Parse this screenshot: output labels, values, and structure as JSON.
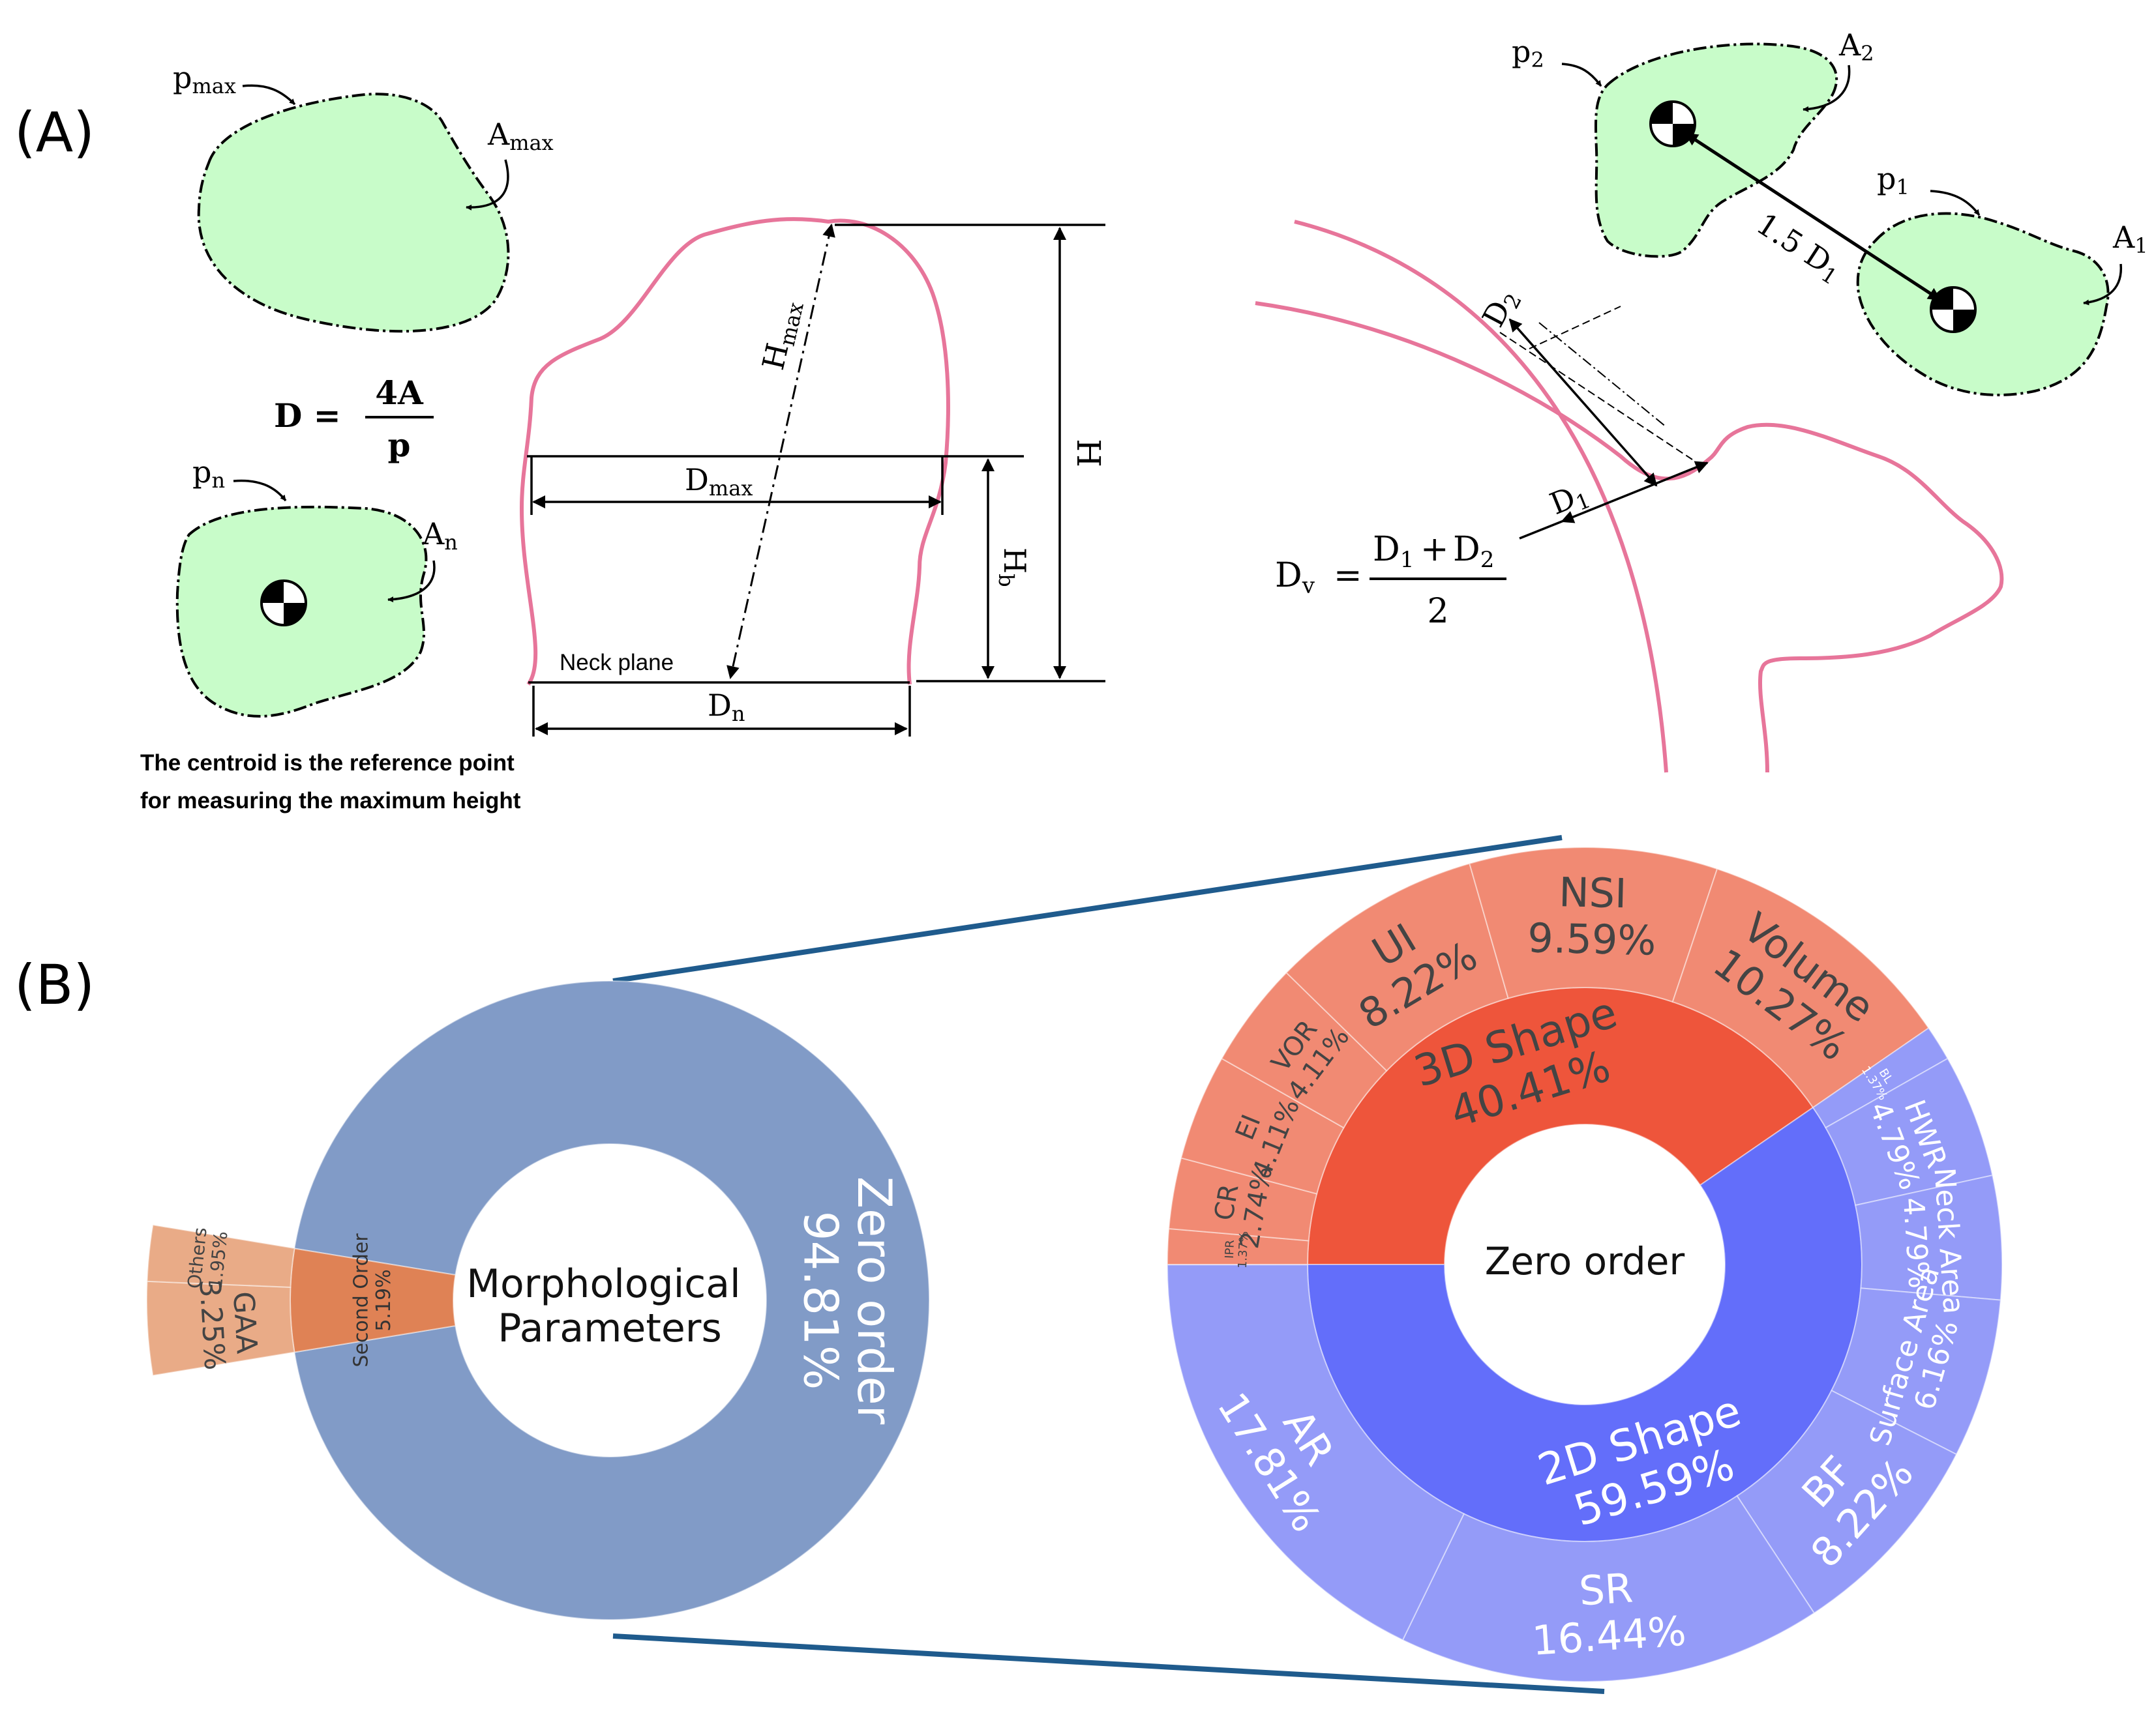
{
  "panel_a": {
    "label": "(A)",
    "pmax": {
      "main": "p",
      "sub": "max"
    },
    "amax": {
      "main": "A",
      "sub": "max"
    },
    "pn": {
      "main": "p",
      "sub": "n"
    },
    "an": {
      "main": "A",
      "sub": "n"
    },
    "p1": {
      "main": "p",
      "sub": "1"
    },
    "p2": {
      "main": "p",
      "sub": "2"
    },
    "a1": {
      "main": "A",
      "sub": "1"
    },
    "a2": {
      "main": "A",
      "sub": "2"
    },
    "diameter_formula": {
      "lhs": "D =",
      "num": "4A",
      "den": "p"
    },
    "centroid_note": [
      "The centroid is the reference point",
      "for measuring the maximum height"
    ],
    "hmax": {
      "main": "H",
      "sub": "max"
    },
    "dmax": {
      "main": "D",
      "sub": "max"
    },
    "h": "H",
    "hb": {
      "main": "H",
      "sub": "b"
    },
    "neck_plane": "Neck plane",
    "dn": {
      "main": "D",
      "sub": "n"
    },
    "d1": {
      "main": "D",
      "sub": "1"
    },
    "d2": {
      "main": "D",
      "sub": "2"
    },
    "distance_15d1": {
      "main": "1.5 D",
      "sub": "1"
    },
    "dv_formula": {
      "lhs_main": "D",
      "lhs_sub": "v",
      "eq": "=",
      "num_a": "D",
      "num_a_sub": "1",
      "plus": "+",
      "num_b": "D",
      "num_b_sub": "2",
      "den": "2"
    }
  },
  "panel_b": {
    "label": "(B)",
    "colors": {
      "zero_order_blue": "#819bc7",
      "second_order": "#df8255",
      "second_order_light": "#e9ab87",
      "shape3d_inner": "#ee553b",
      "shape3d_outer": "#f18a73",
      "shape2d_inner": "#636efa",
      "shape2d_outer": "#949bf8",
      "connector": "#1f5b8d",
      "vessel_pink": "#e7759a",
      "blob_fill": "#c8fcc9"
    }
  },
  "chart_data": [
    {
      "type": "sunburst",
      "center_label": [
        "Morphological",
        "Parameters"
      ],
      "rings": [
        {
          "level": 1,
          "segments": [
            {
              "label": "Zero order",
              "value": 94.81,
              "text": "94.81%"
            },
            {
              "label": "Second Order",
              "value": 5.19,
              "text": "5.19%"
            }
          ]
        },
        {
          "level": 2,
          "parent": "Second Order",
          "segments": [
            {
              "label": "GAA",
              "value": 3.25,
              "text": "3.25%"
            },
            {
              "label": "Others",
              "value": 1.95,
              "text": "1.95%"
            }
          ]
        }
      ]
    },
    {
      "type": "sunburst",
      "center_label": [
        "Zero order"
      ],
      "rings": [
        {
          "level": 1,
          "segments": [
            {
              "label": "3D Shape",
              "value": 40.41,
              "text": "40.41%"
            },
            {
              "label": "2D Shape",
              "value": 59.59,
              "text": "59.59%"
            }
          ]
        },
        {
          "level": 2,
          "segments": [
            {
              "label": "Volume",
              "value": 10.27,
              "text": "10.27%",
              "parent": "3D Shape"
            },
            {
              "label": "NSI",
              "value": 9.59,
              "text": "9.59%",
              "parent": "3D Shape"
            },
            {
              "label": "UI",
              "value": 8.22,
              "text": "8.22%",
              "parent": "3D Shape"
            },
            {
              "label": "VOR",
              "value": 4.11,
              "text": "4.11%",
              "parent": "3D Shape"
            },
            {
              "label": "EI",
              "value": 4.11,
              "text": "4.11%",
              "parent": "3D Shape"
            },
            {
              "label": "CR",
              "value": 2.74,
              "text": "2.74%",
              "parent": "3D Shape"
            },
            {
              "label": "IPR",
              "value": 1.37,
              "text": "1.37%",
              "parent": "3D Shape"
            },
            {
              "label": "BL",
              "value": 1.37,
              "text": "1.37%",
              "parent": "2D Shape"
            },
            {
              "label": "HWR",
              "value": 4.79,
              "text": "4.79%",
              "parent": "2D Shape"
            },
            {
              "label": "Neck Area",
              "value": 4.79,
              "text": "4.79%",
              "parent": "2D Shape"
            },
            {
              "label": "Surface Area",
              "value": 6.16,
              "text": "6.16%",
              "parent": "2D Shape"
            },
            {
              "label": "BF",
              "value": 8.22,
              "text": "8.22%",
              "parent": "2D Shape"
            },
            {
              "label": "SR",
              "value": 16.44,
              "text": "16.44%",
              "parent": "2D Shape"
            },
            {
              "label": "AR",
              "value": 17.81,
              "text": "17.81%",
              "parent": "2D Shape"
            }
          ]
        }
      ]
    }
  ]
}
